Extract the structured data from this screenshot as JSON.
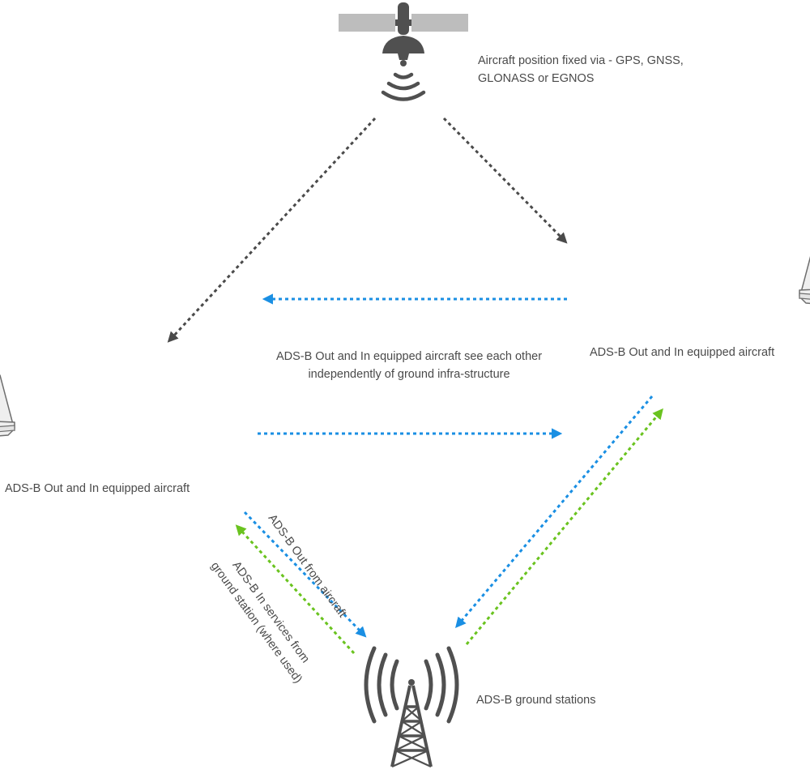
{
  "labels": {
    "satellite": "Aircraft position fixed via - GPS, GNSS, GLONASS or EGNOS",
    "aircraft_right": "ADS-B Out and In equipped aircraft",
    "aircraft_left": "ADS-B Out and In equipped aircraft",
    "air_to_air": "ADS-B  Out and In equipped aircraft see each other independently of ground infra-structure",
    "ads_b_out": "ADS-B Out from aircraft",
    "ads_b_in_line1": "ADS-B In services from",
    "ads_b_in_line2": "ground station (where used)",
    "ground_station": "ADS-B  ground stations"
  },
  "icons": [
    "satellite-icon",
    "aircraft-icon",
    "radio-tower-icon"
  ],
  "colors": {
    "gps_arrow": "#4a4a4a",
    "ads_b_out_arrow": "#1a8fe3",
    "ads_b_in_arrow": "#6ac31f",
    "icon_dark": "#505050",
    "icon_gray": "#bdbdbd",
    "aircraft_fill": "#efefef",
    "aircraft_stroke": "#6e6e6e"
  }
}
